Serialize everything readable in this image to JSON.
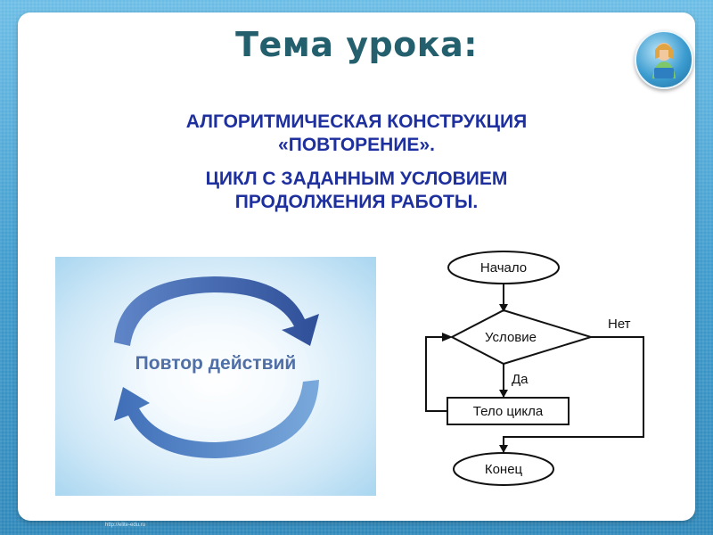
{
  "slide": {
    "title": "Тема урока:",
    "subtitle_line1": "АЛГОРИТМИЧЕСКАЯ КОНСТРУКЦИЯ",
    "subtitle_line2": "«ПОВТОРЕНИЕ».",
    "subtitle_line3": "ЦИКЛ С ЗАДАННЫМ УСЛОВИЕМ",
    "subtitle_line4": "ПРОДОЛЖЕНИЯ РАБОТЫ.",
    "footer_url": "http://elite-edu.ru"
  },
  "loop_diagram": {
    "label": "Повтор действий"
  },
  "flowchart": {
    "start": "Начало",
    "condition": "Условие",
    "no_label": "Нет",
    "yes_label": "Да",
    "body": "Тело цикла",
    "end": "Конец"
  },
  "colors": {
    "title": "#245f6e",
    "subtitle": "#1e2f9e",
    "frame": "#4ea6d4",
    "arrow_dark": "#3e5fa8",
    "arrow_light": "#6f9fd6"
  }
}
